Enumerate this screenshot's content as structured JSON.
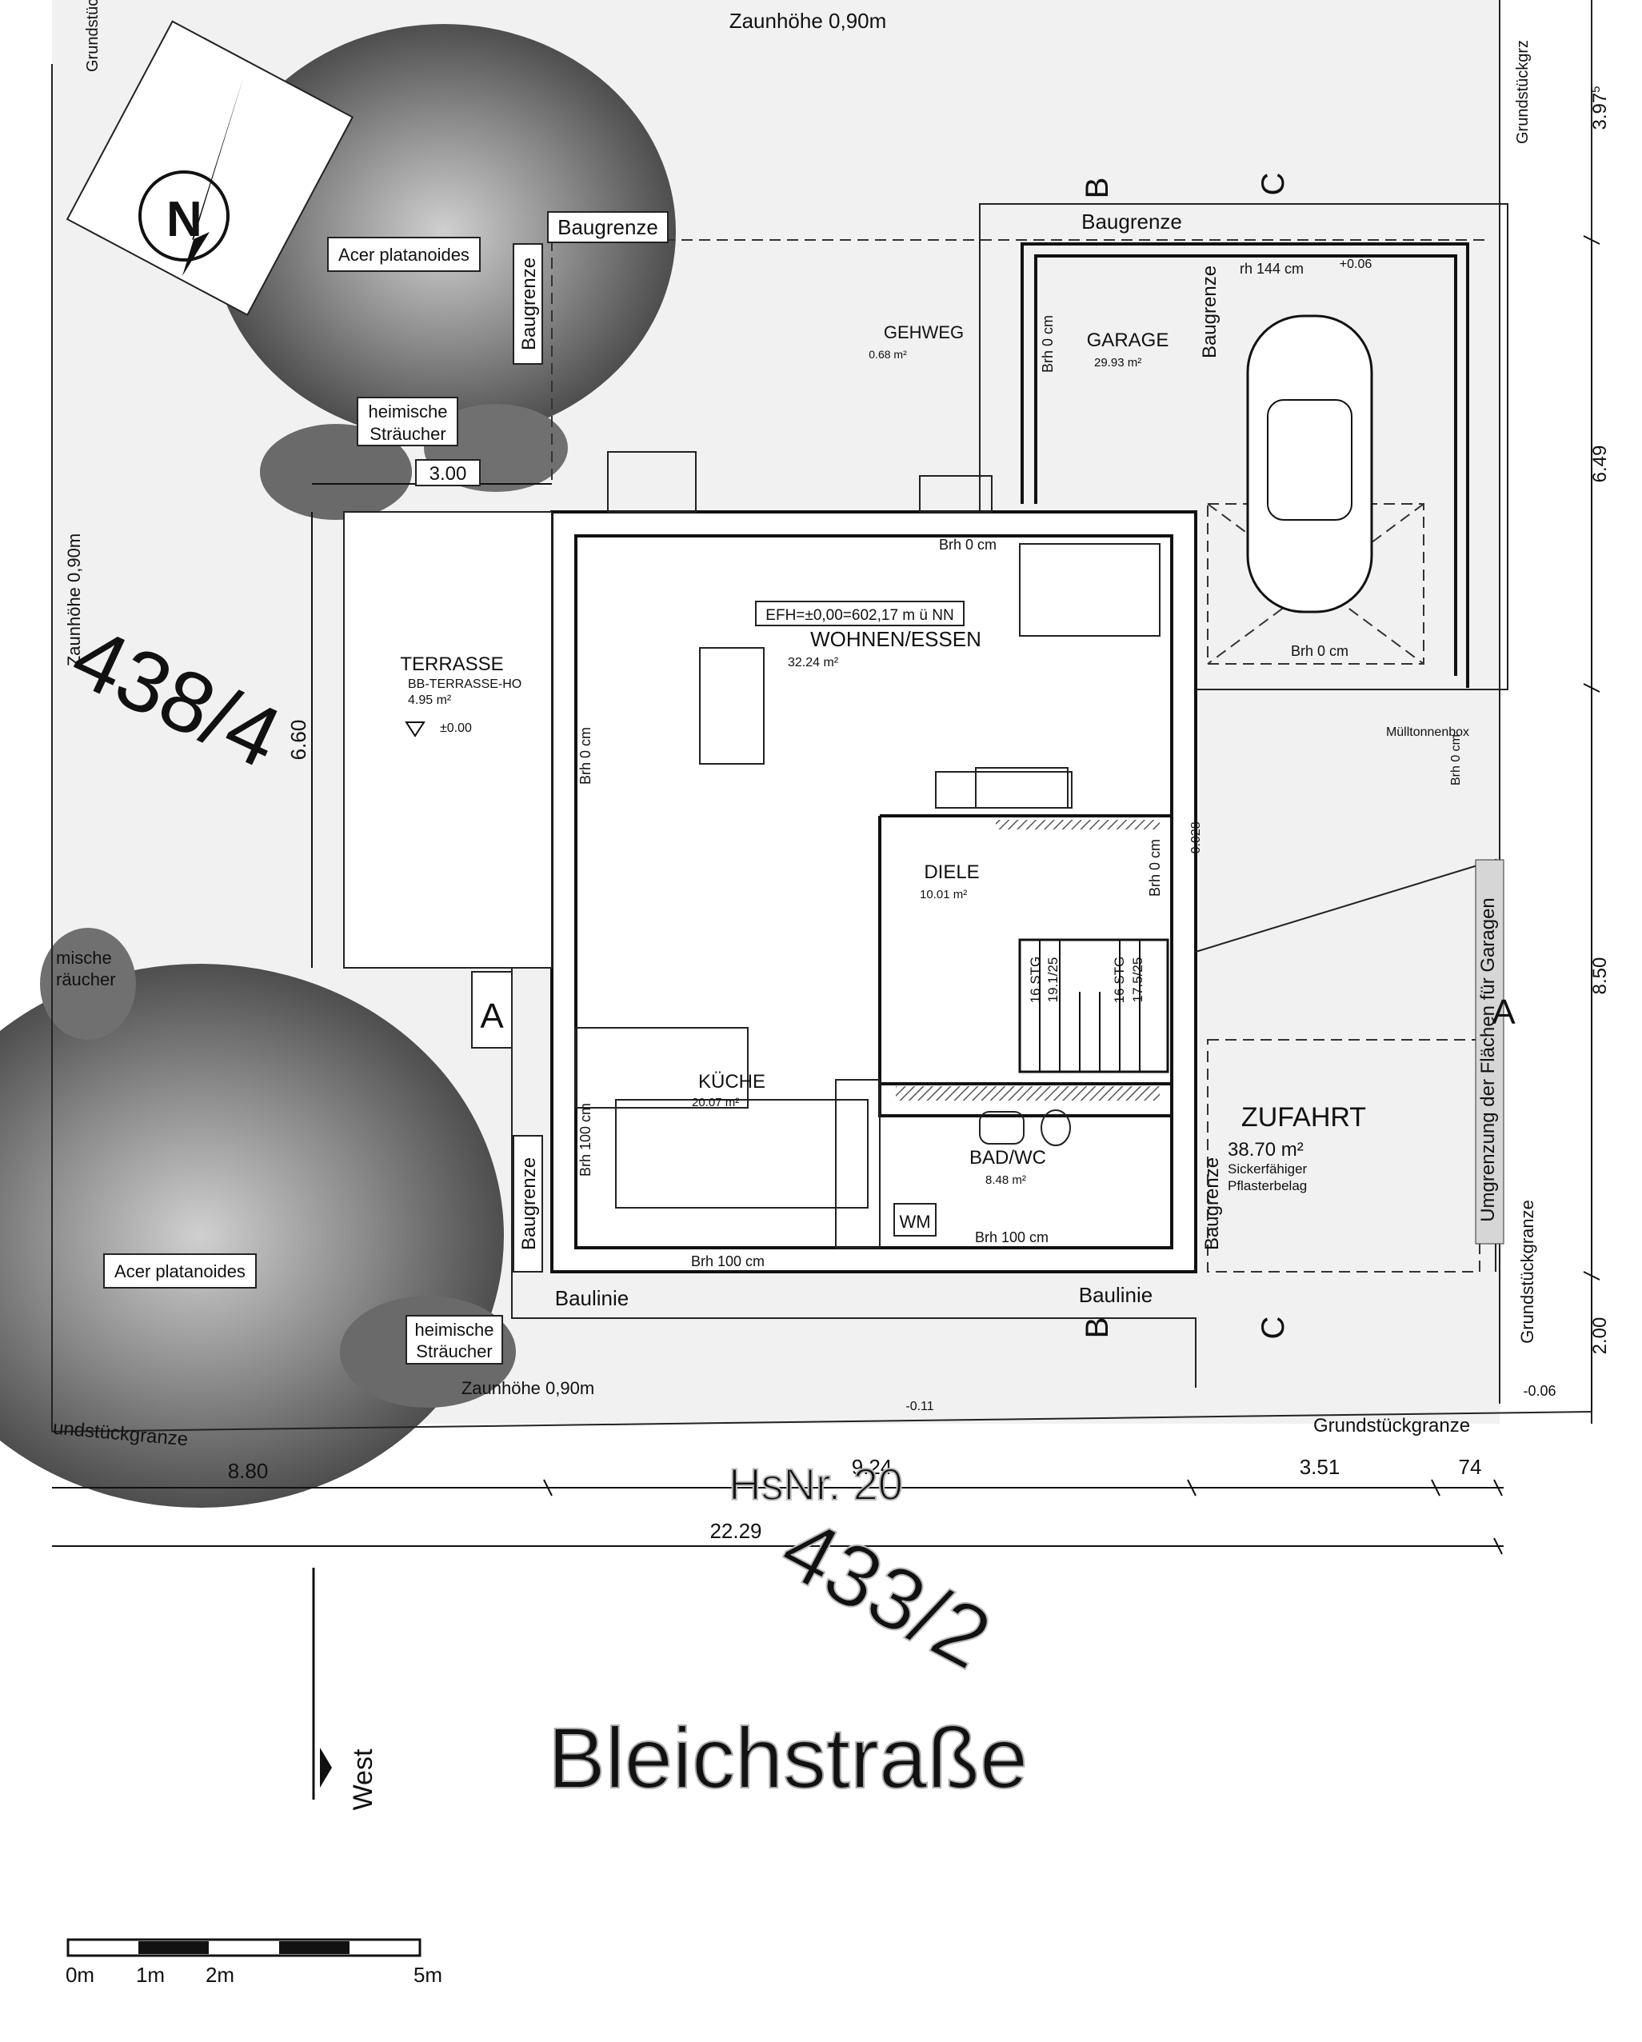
{
  "labels": {
    "fence_top": "Zaunhöhe 0,90m",
    "fence_left": "Zaunhöhe 0,90m",
    "fence_bottom": "Zaunhöhe 0,90m",
    "grundstueck_top_left": "Grundstüc",
    "grundstueck_top_right": "Grundstückgrz",
    "grundstueck_bottom_left": "undstückgranze",
    "grundstueck_bottom_right": "Grundstückgranze",
    "grundstueck_right_vertical": "Grundstückgranze",
    "tree_top": "Acer platanoides",
    "tree_bottom": "Acer platanoides",
    "shrubs_top": "heimische\nSträucher",
    "shrubs_mid": "mische\nräucher",
    "shrubs_bottom": "heimische\nSträucher",
    "baugrenze_top_left": "Baugrenze",
    "baugrenze_top_horizontal": "Baugrenze",
    "baugrenze_garage_top": "Baugrenze",
    "baugrenze_garage_right": "Baugrenze",
    "baugrenze_bottom_left": "Baugrenze",
    "baugrenze_bottom_right": "Baugrenze",
    "baulinie_left": "Baulinie",
    "baulinie_right": "Baulinie",
    "umgrenzung": "Umgrenzung der Flächen für Garagen",
    "muelltonnenbox": "Mülltonnenbox",
    "gehweg": "GEHWEG",
    "gehweg_area": "0.68 m²",
    "efh": "EFH=±0,00=602,17 m ü NN",
    "west": "West",
    "street": "Bleichstraße",
    "parcel_left": "438/4",
    "parcel_bottom": "433/2",
    "house_number": "HsNr. 20"
  },
  "rooms": [
    {
      "name": "TERRASSE",
      "sub": "BB-TERRASSE-HO",
      "area": "4.95 m²",
      "level": "±0.00"
    },
    {
      "name": "WOHNEN/ESSEN",
      "area": "32.24 m²"
    },
    {
      "name": "DIELE",
      "area": "10.01 m²"
    },
    {
      "name": "KÜCHE",
      "area": "20.07 m²"
    },
    {
      "name": "BAD/WC",
      "area": "8.48 m²"
    },
    {
      "name": "GARAGE",
      "area": "29.93 m²"
    },
    {
      "name": "ZUFAHRT",
      "area": "38.70 m²",
      "sub": "Sickerfähiger",
      "sub2": "Pflasterbelag"
    }
  ],
  "annotations": {
    "brh_0": "Brh 0 cm",
    "brh_100": "Brh 100 cm",
    "rh_144": "rh 144 cm",
    "level_plus006": "+0.06",
    "level_minus011": "-0.11",
    "level_minus006": "-0.06",
    "level_minus0028": "-0.028",
    "stairs_1": "16 STG",
    "stairs_1b": "19.1/25",
    "stairs_2": "16 STG",
    "stairs_2b": "17.5/25",
    "wm": "WM"
  },
  "section_marks": {
    "A": "A",
    "B": "B",
    "C": "C"
  },
  "dimensions": {
    "d300": "3.00",
    "d660": "6.60",
    "d397": "3.97",
    "d397_sup": "5",
    "d649": "6.49",
    "d850": "8.50",
    "d200": "2.00",
    "d880": "8.80",
    "d924": "9.24",
    "d351": "3.51",
    "d74": "74",
    "d2229": "22.29"
  },
  "scale": {
    "m0": "0m",
    "m1": "1m",
    "m2": "2m",
    "m5": "5m"
  }
}
